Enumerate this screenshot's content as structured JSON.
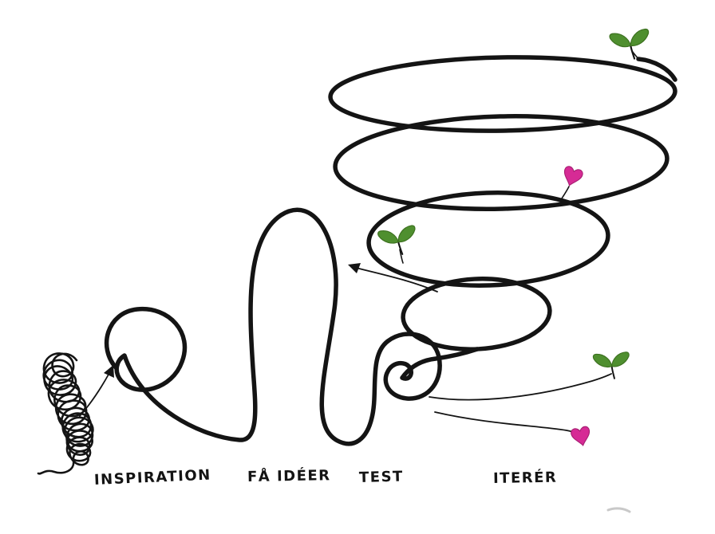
{
  "diagram": {
    "stage_labels": [
      {
        "id": "inspiration",
        "label": "INSPIRATION"
      },
      {
        "id": "fa-ideer",
        "label": "FÅ IDÉER"
      },
      {
        "id": "test",
        "label": "TEST"
      },
      {
        "id": "iterer",
        "label": "ITERÉR"
      }
    ],
    "icons": {
      "sprout_icon_count": 3,
      "heart_icon_count": 2,
      "arrowhead_count": 2
    },
    "colors": {
      "ink": "#141414",
      "leaf_green": "#4f8f2f",
      "heart_pink": "#d62b95",
      "background": "#ffffff"
    }
  }
}
